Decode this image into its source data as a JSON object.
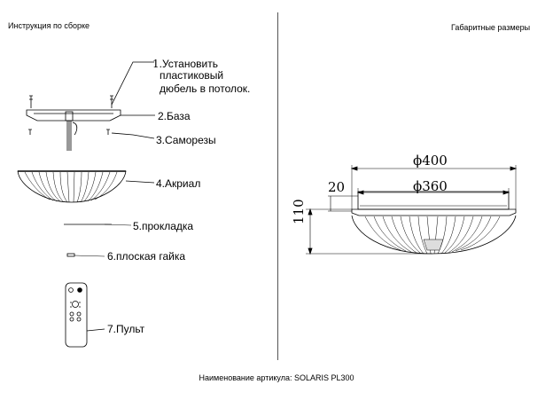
{
  "headers": {
    "left": "Инструкция по сборке",
    "right": "Габаритные размеры"
  },
  "steps": [
    {
      "num": "1",
      "text_line1": ".Установить",
      "text_line2": "пластиковый",
      "text_line3": "дюбель в потолок."
    },
    {
      "text": "2.База"
    },
    {
      "text": "3.Саморезы"
    },
    {
      "text": "4.Акриал"
    },
    {
      "text": "5.прокладка"
    },
    {
      "text": "6.плоская гайка"
    },
    {
      "text": "7.Пульт"
    }
  ],
  "dimensions": {
    "outer_diameter": "ϕ400",
    "inner_diameter": "ϕ360",
    "rim_height": "20",
    "total_height": "110"
  },
  "footer": {
    "article": "Наименование артикула: SOLARIS PL300"
  }
}
